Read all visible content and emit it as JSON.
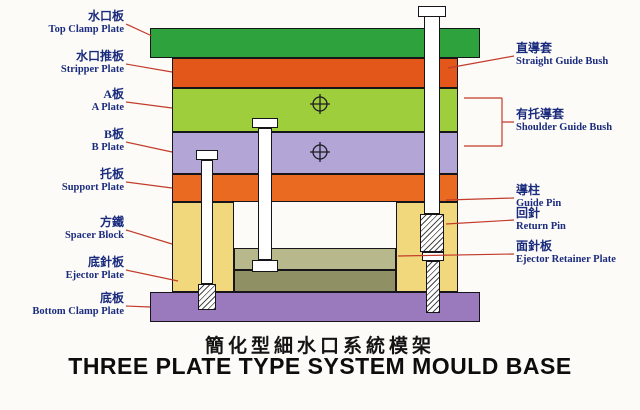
{
  "title": {
    "zh": "簡化型細水口系統模架",
    "en": "THREE PLATE TYPE SYSTEM MOULD BASE"
  },
  "labels_left": [
    {
      "zh": "水口板",
      "en": "Top Clamp Plate"
    },
    {
      "zh": "水口推板",
      "en": "Stripper Plate"
    },
    {
      "zh": "A板",
      "en": "A Plate"
    },
    {
      "zh": "B板",
      "en": "B Plate"
    },
    {
      "zh": "托板",
      "en": "Support Plate"
    },
    {
      "zh": "方鐵",
      "en": "Spacer Block"
    },
    {
      "zh": "底針板",
      "en": "Ejector Plate"
    },
    {
      "zh": "底板",
      "en": "Bottom Clamp Plate"
    }
  ],
  "labels_right": [
    {
      "zh": "直導套",
      "en": "Straight Guide Bush"
    },
    {
      "zh": "有托導套",
      "en": "Shoulder Guide Bush"
    },
    {
      "zh": "導柱",
      "en": "Guide Pin"
    },
    {
      "zh": "回針",
      "en": "Return Pin"
    },
    {
      "zh": "面針板",
      "en": "Ejector Retainer Plate"
    }
  ],
  "colors": {
    "top_clamp_plate": "#2EA23C",
    "stripper_plate": "#E4571B",
    "a_plate": "#9FCE3C",
    "b_plate": "#B3A5D6",
    "support_plate": "#E96A20",
    "spacer_block": "#F2D87C",
    "ejector_retainer_plate": "#B7B98C",
    "ejector_plate": "#8F9164",
    "bottom_clamp_plate": "#9B79BD",
    "label_text": "#1B2C7E",
    "leader_line": "#C23B2B"
  }
}
